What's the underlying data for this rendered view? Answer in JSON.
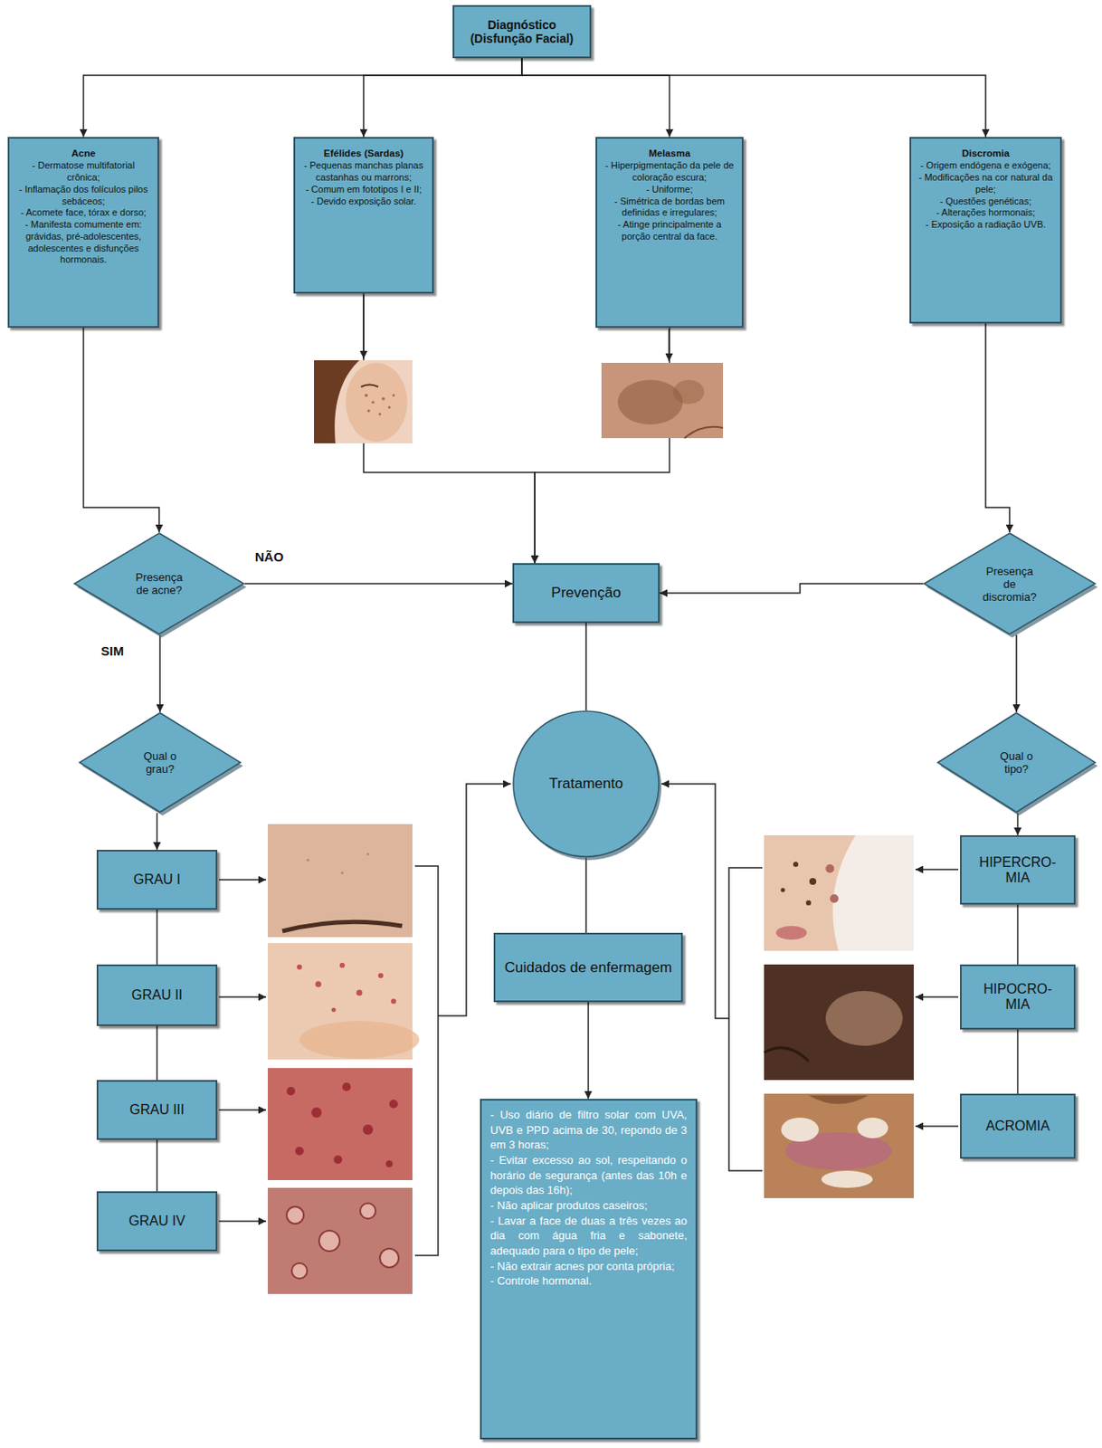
{
  "diagram": {
    "nodes": [
      {
        "text": [
          "Diagnóstico (Disfunção Facial)"
        ]
      },
      {
        "text": [
          "Acne",
          "- Dermatose multifatorial crônica;",
          "- Inflamação dos folículos pilos sebáceos;",
          "- Acomete face, tórax e dorso;",
          "- Manifesta comumente em: grávidas, pré-adolescentes, adolescentes e disfunções hormonais."
        ]
      },
      {
        "text": [
          "Efélides (Sardas)",
          "- Pequenas manchas planas castanhas ou marrons;",
          "- Comum em fototipos I e II;",
          "- Devido exposição solar."
        ]
      },
      {
        "text": [
          "Melasma",
          "- Hiperpigmentação da pele de coloração escura;",
          "- Uniforme;",
          "- Simétrica de bordas bem definidas e irregulares;",
          "- Atinge principalmente a porção central da face."
        ]
      },
      {
        "text": [
          "Discromia",
          "- Origem endógena e exógena;",
          "- Modificações na cor natural da pele;",
          "- Questões genéticas;",
          "- Alterações hormonais;",
          "- Exposição a radiação UVB."
        ]
      },
      {
        "text": [
          "Presença de acne?"
        ]
      },
      {
        "text": [
          "Prevenção"
        ]
      },
      {
        "text": [
          "Presença de discromia?"
        ]
      },
      {
        "text": [
          "Qual o grau?"
        ]
      },
      {
        "text": [
          "Tratamento"
        ]
      },
      {
        "text": [
          "Qual o tipo?"
        ]
      },
      {
        "text": [
          "GRAU I"
        ]
      },
      {
        "text": [
          "GRAU II"
        ]
      },
      {
        "text": [
          "GRAU III"
        ]
      },
      {
        "text": [
          "GRAU IV"
        ]
      },
      {
        "text": [
          "Cuidados de enfermagem"
        ]
      },
      {
        "text": [
          "- Uso diário de filtro solar com UVA, UVB e PPD acima de 30, repondo de 3 em 3 horas;",
          "- Evitar excesso ao sol, respeitando o horário de segurança (antes das 10h e depois das 16h);",
          "- Não aplicar produtos caseiros;",
          "- Lavar a face de duas a três vezes ao dia com água fria e sabonete, adequado para o tipo de pele;",
          "- Não extrair acnes por conta própria;",
          "- Controle hormonal."
        ]
      },
      {
        "text": [
          "HIPERCRO- MIA"
        ]
      },
      {
        "text": [
          "HIPOCRO- MIA"
        ]
      },
      {
        "text": [
          "ACROMIA"
        ]
      }
    ],
    "edges": [
      {
        "from": 0,
        "to": 1,
        "arrow": "to"
      },
      {
        "from": 0,
        "to": 2,
        "arrow": "to"
      },
      {
        "from": 0,
        "to": 3,
        "arrow": "to"
      },
      {
        "from": 0,
        "to": 4,
        "arrow": "to"
      },
      {
        "from": 1,
        "to": 5,
        "arrow": "to"
      },
      {
        "from": 2,
        "to": 6,
        "arrow": "to"
      },
      {
        "from": 3,
        "to": 6,
        "arrow": "to"
      },
      {
        "from": 5,
        "to": 6,
        "label": "NÃO",
        "arrow": "to"
      },
      {
        "from": 4,
        "to": 7,
        "arrow": "to"
      },
      {
        "from": 7,
        "to": 6,
        "arrow": "to"
      },
      {
        "from": 5,
        "to": 8,
        "label": "SIM",
        "arrow": "to"
      },
      {
        "from": 7,
        "to": 10,
        "arrow": "to"
      },
      {
        "from": 6,
        "to": 9,
        "arrow": "none"
      },
      {
        "from": 8,
        "to": 11,
        "arrow": "to"
      },
      {
        "from": 11,
        "to": 12,
        "arrow": "none"
      },
      {
        "from": 12,
        "to": 13,
        "arrow": "none"
      },
      {
        "from": 13,
        "to": 14,
        "arrow": "none"
      },
      {
        "from": 9,
        "to": 15,
        "arrow": "none"
      },
      {
        "from": 15,
        "to": 16,
        "arrow": "to"
      },
      {
        "from": 10,
        "to": 17,
        "arrow": "to"
      },
      {
        "from": 17,
        "to": 18,
        "arrow": "none"
      },
      {
        "from": 18,
        "to": 19,
        "arrow": "none"
      }
    ]
  }
}
